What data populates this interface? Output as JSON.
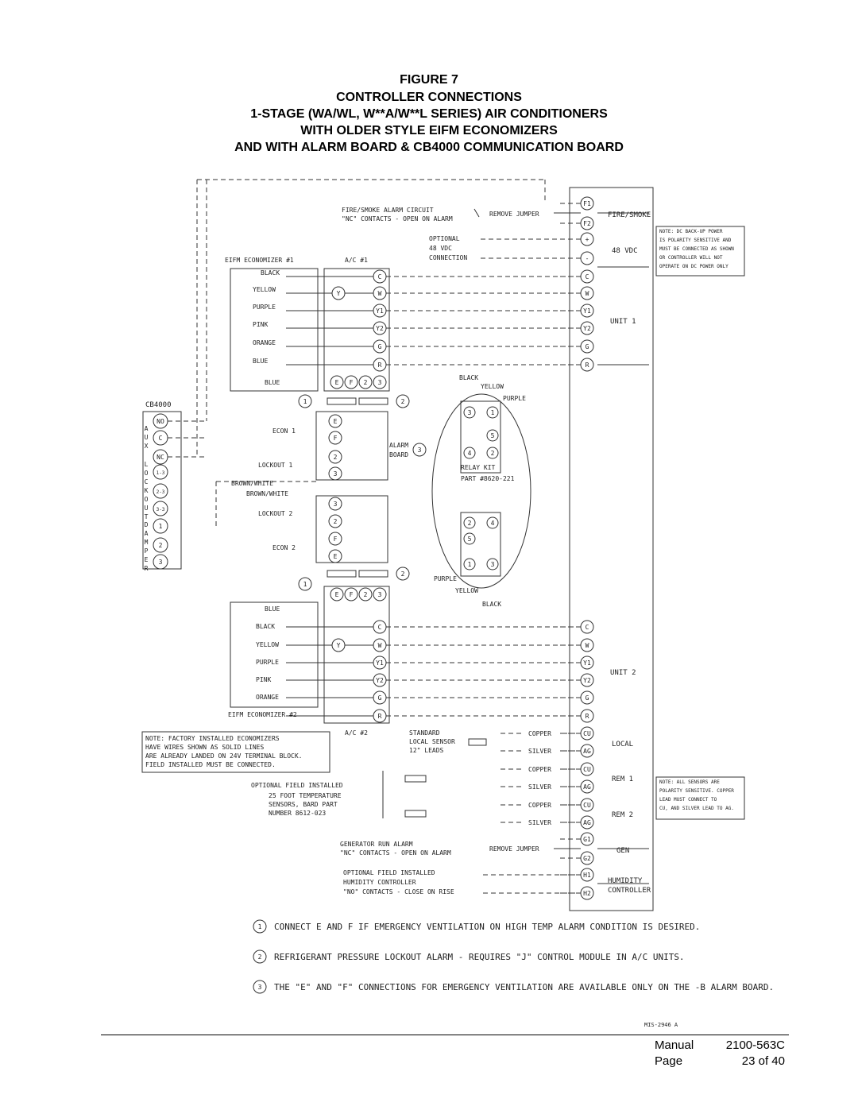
{
  "header": {
    "line1": "FIGURE 7",
    "line2": "CONTROLLER CONNECTIONS",
    "line3": "1-STAGE (WA/WL, W**A/W**L SERIES) AIR CONDITIONERS",
    "line4": "WITH OLDER STYLE EIFM ECONOMIZERS",
    "line5": "AND WITH ALARM BOARD & CB4000 COMMUNICATION BOARD"
  },
  "diagram": {
    "fire_alarm": [
      "FIRE/SMOKE ALARM CIRCUIT",
      "\"NC\" CONTACTS - OPEN ON ALARM"
    ],
    "remove_jumper": "REMOVE JUMPER",
    "optional_48": [
      "OPTIONAL",
      "48 VDC",
      "CONNECTION"
    ],
    "eifm1": "EIFM ECONOMIZER #1",
    "eifm2": "EIFM ECONOMIZER #2",
    "ac1": "A/C #1",
    "ac2": "A/C #2",
    "wire_colors": [
      "BLACK",
      "YELLOW",
      "PURPLE",
      "PINK",
      "ORANGE",
      "BLUE"
    ],
    "wire_colors2": [
      "BLUE",
      "BLACK",
      "YELLOW",
      "PURPLE",
      "PINK",
      "ORANGE"
    ],
    "ac_terms": [
      "C",
      "W",
      "Y1",
      "Y2",
      "G",
      "R"
    ],
    "econ_terms": [
      "E",
      "F",
      "2",
      "3"
    ],
    "cb4000": "CB4000",
    "cb_terms": [
      "NO",
      "C",
      "NC",
      "1-3",
      "2-3",
      "3-3",
      "1",
      "2",
      "3"
    ],
    "aux": "AUX",
    "lockout": "LOCKOUT",
    "damper": "DAMPER",
    "econ1": "ECON 1",
    "econ2": "ECON 2",
    "lockout1": "LOCKOUT 1",
    "lockout2": "LOCKOUT 2",
    "brown_white": "BROWN/WHITE",
    "alarm_board": [
      "ALARM",
      "BOARD"
    ],
    "relay_kit": [
      "RELAY KIT",
      "PART #8620-221"
    ],
    "relay_colors_top": [
      "BLACK",
      "YELLOW",
      "PURPLE"
    ],
    "relay_colors_bot": [
      "PURPLE",
      "YELLOW",
      "BLACK"
    ],
    "ctrl_terms": [
      "F1",
      "F2",
      "+",
      "-",
      "C",
      "W",
      "Y1",
      "Y2",
      "G",
      "R",
      "C",
      "W",
      "Y1",
      "Y2",
      "G",
      "R",
      "CU",
      "AG",
      "CU",
      "AG",
      "CU",
      "AG",
      "G1",
      "G2",
      "H1",
      "H2"
    ],
    "ctrl_labels": {
      "fire": "FIRE/SMOKE",
      "vdc": "48 VDC",
      "unit1": "UNIT 1",
      "unit2": "UNIT 2",
      "local": "LOCAL",
      "rem1": "REM 1",
      "rem2": "REM 2",
      "gen": "GEN",
      "humidity": "HUMIDITY",
      "controller": "CONTROLLER"
    },
    "note_dc": [
      "NOTE: DC BACK-UP POWER",
      "IS POLARITY SENSITIVE AND",
      "MUST BE CONNECTED AS SHOWN",
      "OR CONTROLLER WILL NOT",
      "OPERATE ON DC POWER ONLY"
    ],
    "note_sensors": [
      "NOTE: ALL SENSORS ARE",
      "POLARITY SENSITIVE. COPPER",
      "LEAD MUST CONNECT TO",
      "CU, AND SILVER LEAD TO AG."
    ],
    "note_factory": [
      "NOTE: FACTORY INSTALLED ECONOMIZERS",
      "HAVE WIRES SHOWN AS SOLID LINES",
      "ARE ALREADY LANDED ON 24V TERMINAL BLOCK.",
      "FIELD INSTALLED MUST BE CONNECTED."
    ],
    "standard_sensor": [
      "STANDARD",
      "LOCAL SENSOR",
      "12\" LEADS"
    ],
    "copper": "COPPER",
    "silver": "SILVER",
    "optional_field": "OPTIONAL FIELD INSTALLED",
    "temp_sensors": [
      "25 FOOT TEMPERATURE",
      "SENSORS, BARD PART",
      "NUMBER 8612-023"
    ],
    "gen_alarm": [
      "GENERATOR RUN ALARM",
      "\"NC\" CONTACTS - OPEN ON ALARM"
    ],
    "humidity_ctrl": [
      "OPTIONAL FIELD INSTALLED",
      "HUMIDITY CONTROLLER",
      "\"NO\" CONTACTS - CLOSE ON RISE"
    ],
    "footnotes": [
      "CONNECT E AND F IF EMERGENCY VENTILATION ON HIGH TEMP ALARM CONDITION IS DESIRED.",
      "REFRIGERANT PRESSURE LOCKOUT ALARM - REQUIRES \"J\" CONTROL MODULE IN A/C UNITS.",
      "THE \"E\" AND \"F\" CONNECTIONS FOR EMERGENCY VENTILATION ARE AVAILABLE ONLY ON THE -B ALARM BOARD."
    ],
    "mis": "MIS-2946 A"
  },
  "footer": {
    "manual_label": "Manual",
    "manual_value": "2100-563C",
    "page_label": "Page",
    "page_value": "23 of 40"
  }
}
